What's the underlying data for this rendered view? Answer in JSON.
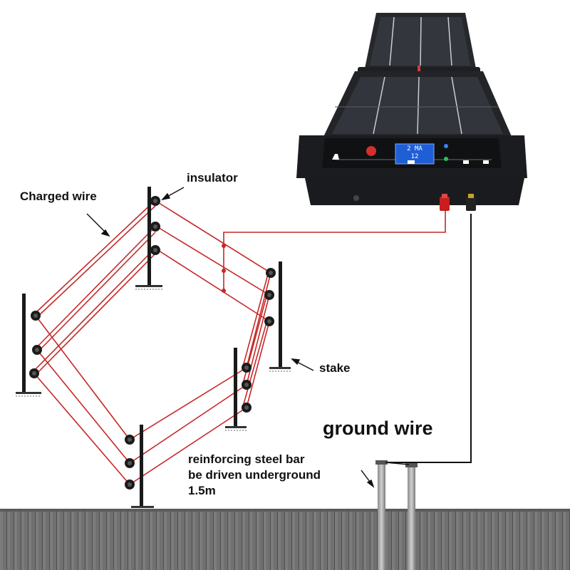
{
  "labels": {
    "charged_wire": "Charged wire",
    "insulator": "insulator",
    "stake": "stake",
    "ground_wire": "ground wire",
    "steel_bar": [
      "reinforcing steel bar",
      "be driven underground",
      "1.5m"
    ]
  },
  "device": {
    "lcd_line1": "2 MA",
    "lcd_line2": "12"
  },
  "colors": {
    "charged_wire": "#c62828",
    "ground_wire": "#111111",
    "panel": "#2a2c30",
    "ground": "#6e6e6e"
  }
}
